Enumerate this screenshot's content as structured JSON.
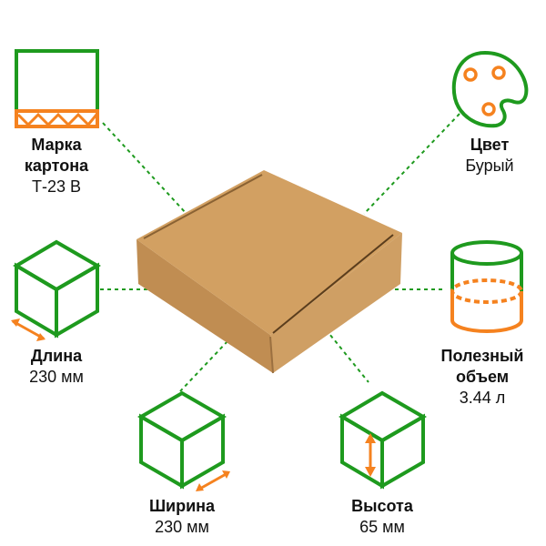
{
  "colors": {
    "green": "#1e9a1e",
    "orange": "#f5821f",
    "box": "#c99a5b"
  },
  "specs": {
    "grade": {
      "title": "Марка картона",
      "value": "Т-23 В",
      "icon": "cardboard-icon"
    },
    "color": {
      "title": "Цвет",
      "value": "Бурый",
      "icon": "palette-icon"
    },
    "length": {
      "title": "Длина",
      "value": "230 мм",
      "icon": "cube-length-icon"
    },
    "volume": {
      "title": "Полезный объем",
      "value": "3.44 л",
      "icon": "cylinder-volume-icon"
    },
    "width": {
      "title": "Ширина",
      "value": "230 мм",
      "icon": "cube-width-icon"
    },
    "height": {
      "title": "Высота",
      "value": "65 мм",
      "icon": "cube-height-icon"
    }
  }
}
